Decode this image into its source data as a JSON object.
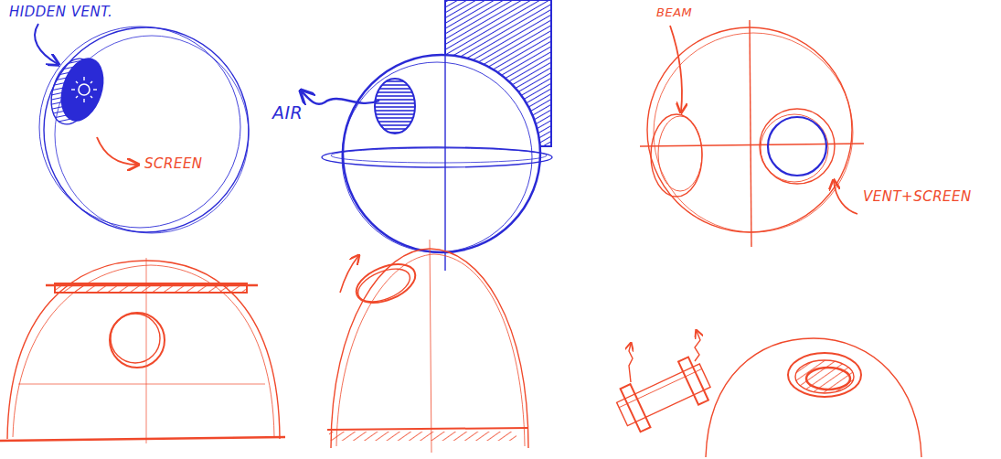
{
  "diagram": {
    "labels": [
      "HIDDEN VENT.",
      "SCREEN",
      "AIR",
      "BEAM",
      "VENT+SCREEN"
    ]
  }
}
